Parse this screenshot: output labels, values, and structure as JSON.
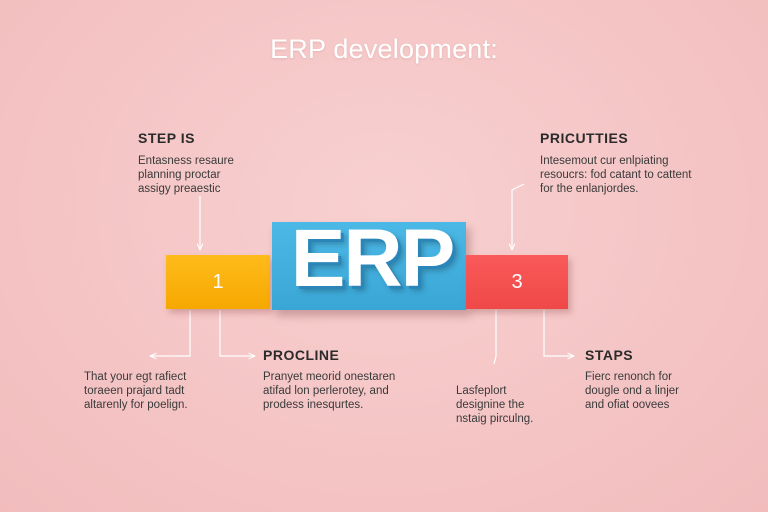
{
  "title": "ERP development:",
  "center": {
    "label": "ERP",
    "color": "#3fafe0"
  },
  "blocks": [
    {
      "label": "1",
      "color": "#f8ad0a"
    },
    {
      "label": "3",
      "color": "#f34f4f"
    }
  ],
  "top_left": {
    "heading": "STEP IS",
    "text": "Entasness resaure\nplanning proctar\nassigy preaestic"
  },
  "top_right": {
    "heading": "PRICUTTIES",
    "text": "Intesemout cur enlpiating\nresoucrs: fod catant to cattent\nfor the enlanjordes."
  },
  "bottom_left": {
    "text": "That your egt rafiect\ntoraeen prajard tadt\naltarenly for poelign."
  },
  "bottom_center_left": {
    "heading": "PROCLINE",
    "text": "Pranyet meorid onestaren\natifad lon perlerotey, and\nprodess inesqurtes."
  },
  "bottom_center_right": {
    "text": "Lasfeplort\ndesignine the\nnstaig pirculng."
  },
  "bottom_right": {
    "heading": "STAPS",
    "text": "Fierc renonch for\ndougle ond a linjer\nand ofiat oovees"
  }
}
